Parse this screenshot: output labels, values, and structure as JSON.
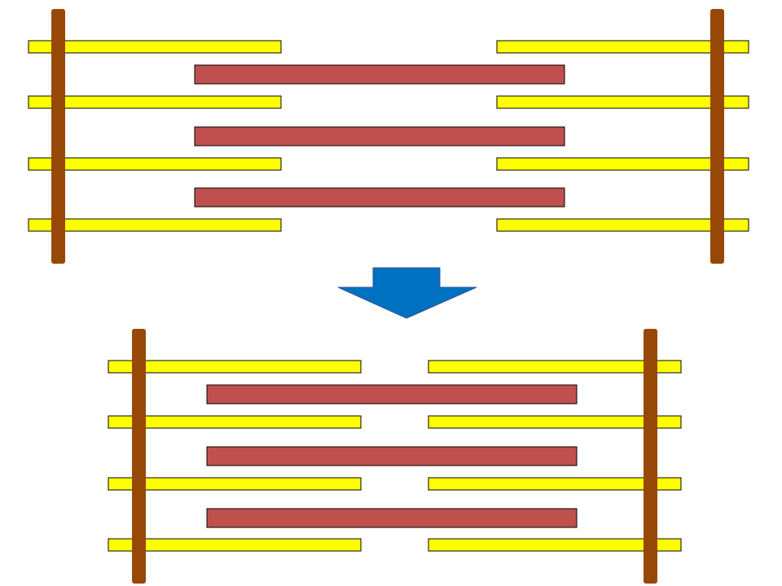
{
  "colors": {
    "background": "#ffffff",
    "thin_filament": "#ffff00",
    "thick_filament": "#c0504d",
    "z_disc": "#974806",
    "arrow": "#0070c0",
    "outline": "#000000"
  },
  "panels": [
    {
      "state": "relaxed"
    },
    {
      "state": "contracted"
    }
  ],
  "arrow": {
    "direction": "down"
  }
}
